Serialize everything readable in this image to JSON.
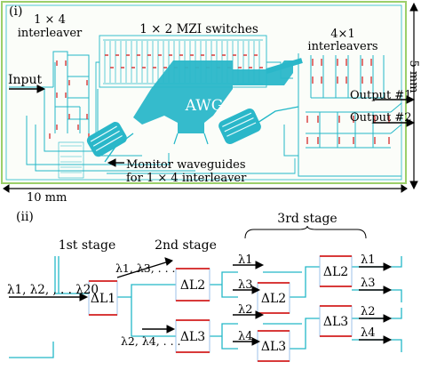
{
  "panel_i": {
    "label": "(i)",
    "interleaver_1x4": [
      "1 × 4",
      "interleaver"
    ],
    "mzi_switches": "1 × 2 MZI switches",
    "interleavers_4x1": [
      "4×1",
      "interleavers"
    ],
    "input": "Input",
    "awg": "AWG",
    "output_1": "Output #1",
    "output_2": "Output #2",
    "monitor": [
      "Monitor waveguides",
      "for 1 × 4 interleaver"
    ],
    "width_dim": "10 mm",
    "height_dim": "5 mm"
  },
  "panel_ii": {
    "label": "(ii)",
    "stage_1": "1st stage",
    "stage_2": "2nd stage",
    "stage_3": "3rd stage",
    "input_channels": "λ1, λ2, , . . λ20",
    "odd_channels": "λ1, λ3, . . .",
    "even_channels": "λ2, λ4, . . .",
    "dl1": "ΔL1",
    "dl2": "ΔL2",
    "dl3": "ΔL3",
    "outputs": [
      "λ1",
      "λ3",
      "λ2",
      "λ4"
    ]
  },
  "colors": {
    "waveguide": "#23b8c8",
    "electrode": "#d83a3a",
    "chip_border": "#9ccf6a"
  }
}
